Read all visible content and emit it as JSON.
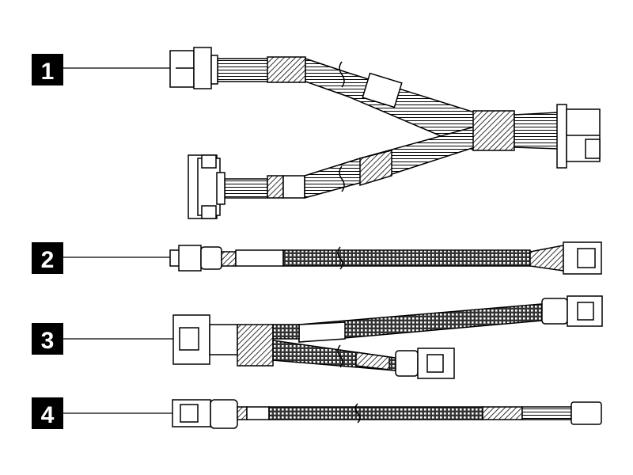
{
  "callouts": [
    {
      "number": "1"
    },
    {
      "number": "2"
    },
    {
      "number": "3"
    },
    {
      "number": "4"
    }
  ],
  "colors": {
    "ink": "#000000",
    "paper": "#ffffff"
  }
}
